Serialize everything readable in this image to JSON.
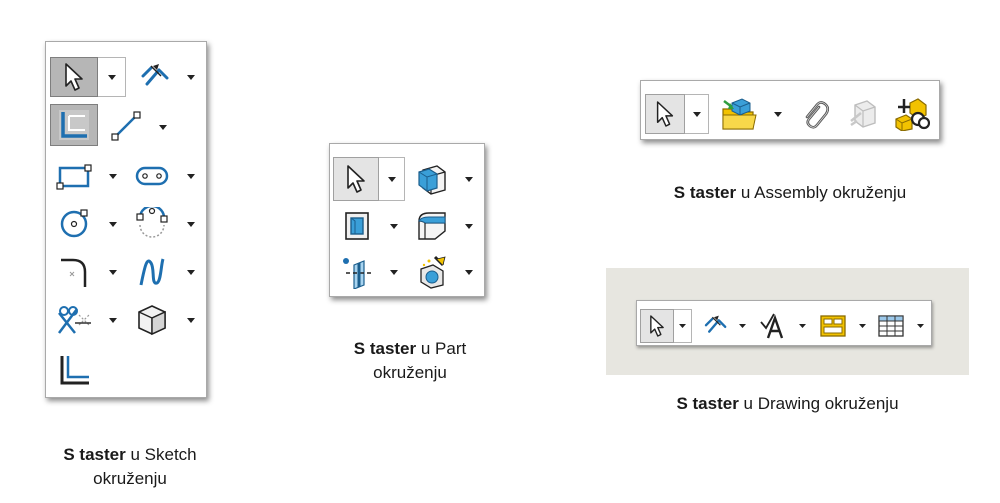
{
  "captions": {
    "sketch": {
      "bold": "S taster",
      "rest": " u Sketch",
      "line2": "okruženju"
    },
    "part": {
      "bold": "S taster",
      "rest": " u Part",
      "line2": "okruženju"
    },
    "assembly": {
      "bold": "S taster",
      "rest": " u Assembly okruženju"
    },
    "drawing": {
      "bold": "S taster",
      "rest": " u Drawing okruženju"
    }
  },
  "icons": {
    "select": "select-arrow-icon",
    "smart_dimension": "smart-dimension-icon",
    "convert_entities": "convert-entities-icon",
    "line": "line-icon",
    "rectangle": "rectangle-icon",
    "slot": "slot-icon",
    "circle": "circle-icon",
    "arc": "arc-icon",
    "fillet": "sketch-fillet-icon",
    "spline": "spline-icon",
    "trim": "trim-entities-icon",
    "view": "view-orientation-icon",
    "offset": "offset-entities-icon",
    "extrude": "extrude-icon",
    "shell": "shell-icon",
    "fillet3d": "fillet-feature-icon",
    "ref_plane": "reference-plane-icon",
    "appearance": "appearance-icon",
    "insert_component": "insert-component-icon",
    "paperclip": "paperclip-icon",
    "smart_fasteners": "smart-fasteners-icon",
    "mate": "mate-icon",
    "note": "note-icon",
    "block": "block-icon",
    "table": "table-icon"
  },
  "colors": {
    "blue": "#1e6fb0",
    "dark": "#2b2b2b",
    "selected_bg": "#b6b6b6",
    "drawing_bg": "#e7e6e0"
  }
}
